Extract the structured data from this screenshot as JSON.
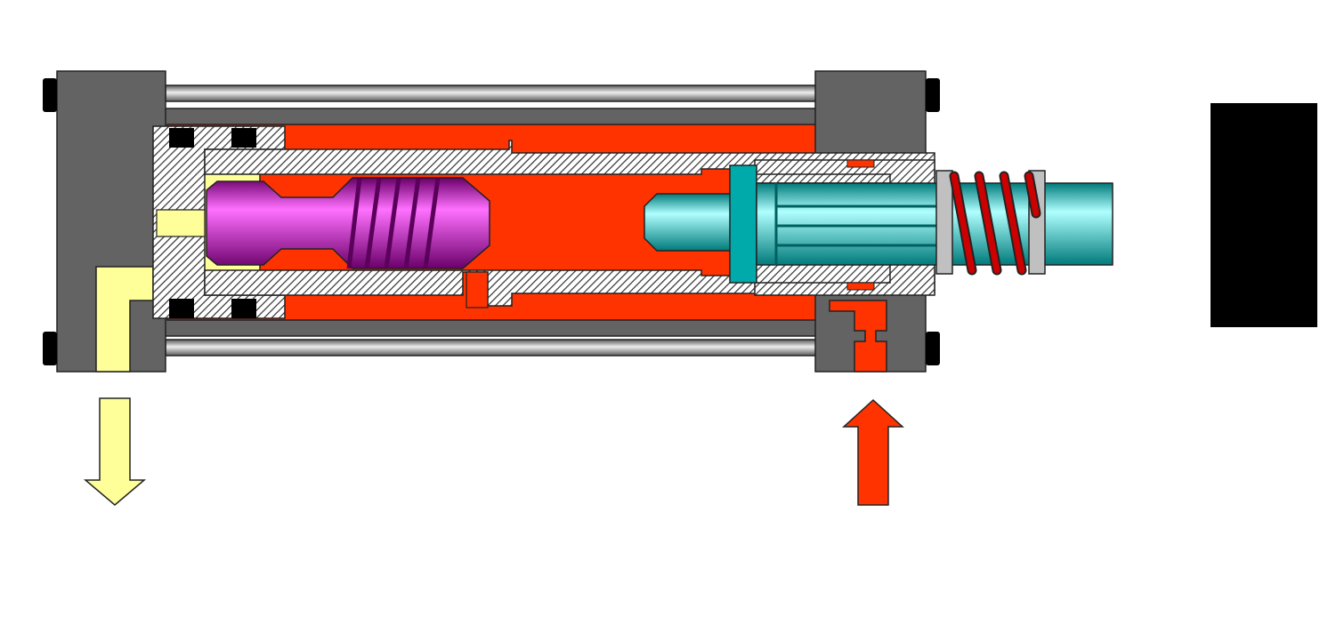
{
  "diagram": {
    "kind": "hydraulic-cylinder-cross-section",
    "labels": [],
    "colors": {
      "background": "#ffffff",
      "end_cap": "#636363",
      "tie_rod": "#9a9a9a",
      "cylinder_barrel": "#636363",
      "pressure_fluid": "#ff3300",
      "return_fluid": "#ffff99",
      "piston_hatch": "#b8b8b8",
      "worm_shaft": "#e020e0",
      "output_shaft": "#00ffff",
      "spring": "#cc0000",
      "seal": "#000000",
      "washer": "#c0c0c0",
      "external_block": "#000000"
    },
    "flows": [
      {
        "name": "return-flow",
        "direction": "down",
        "color": "#ffff99"
      },
      {
        "name": "pressure-flow",
        "direction": "up",
        "color": "#ff3300"
      }
    ]
  }
}
